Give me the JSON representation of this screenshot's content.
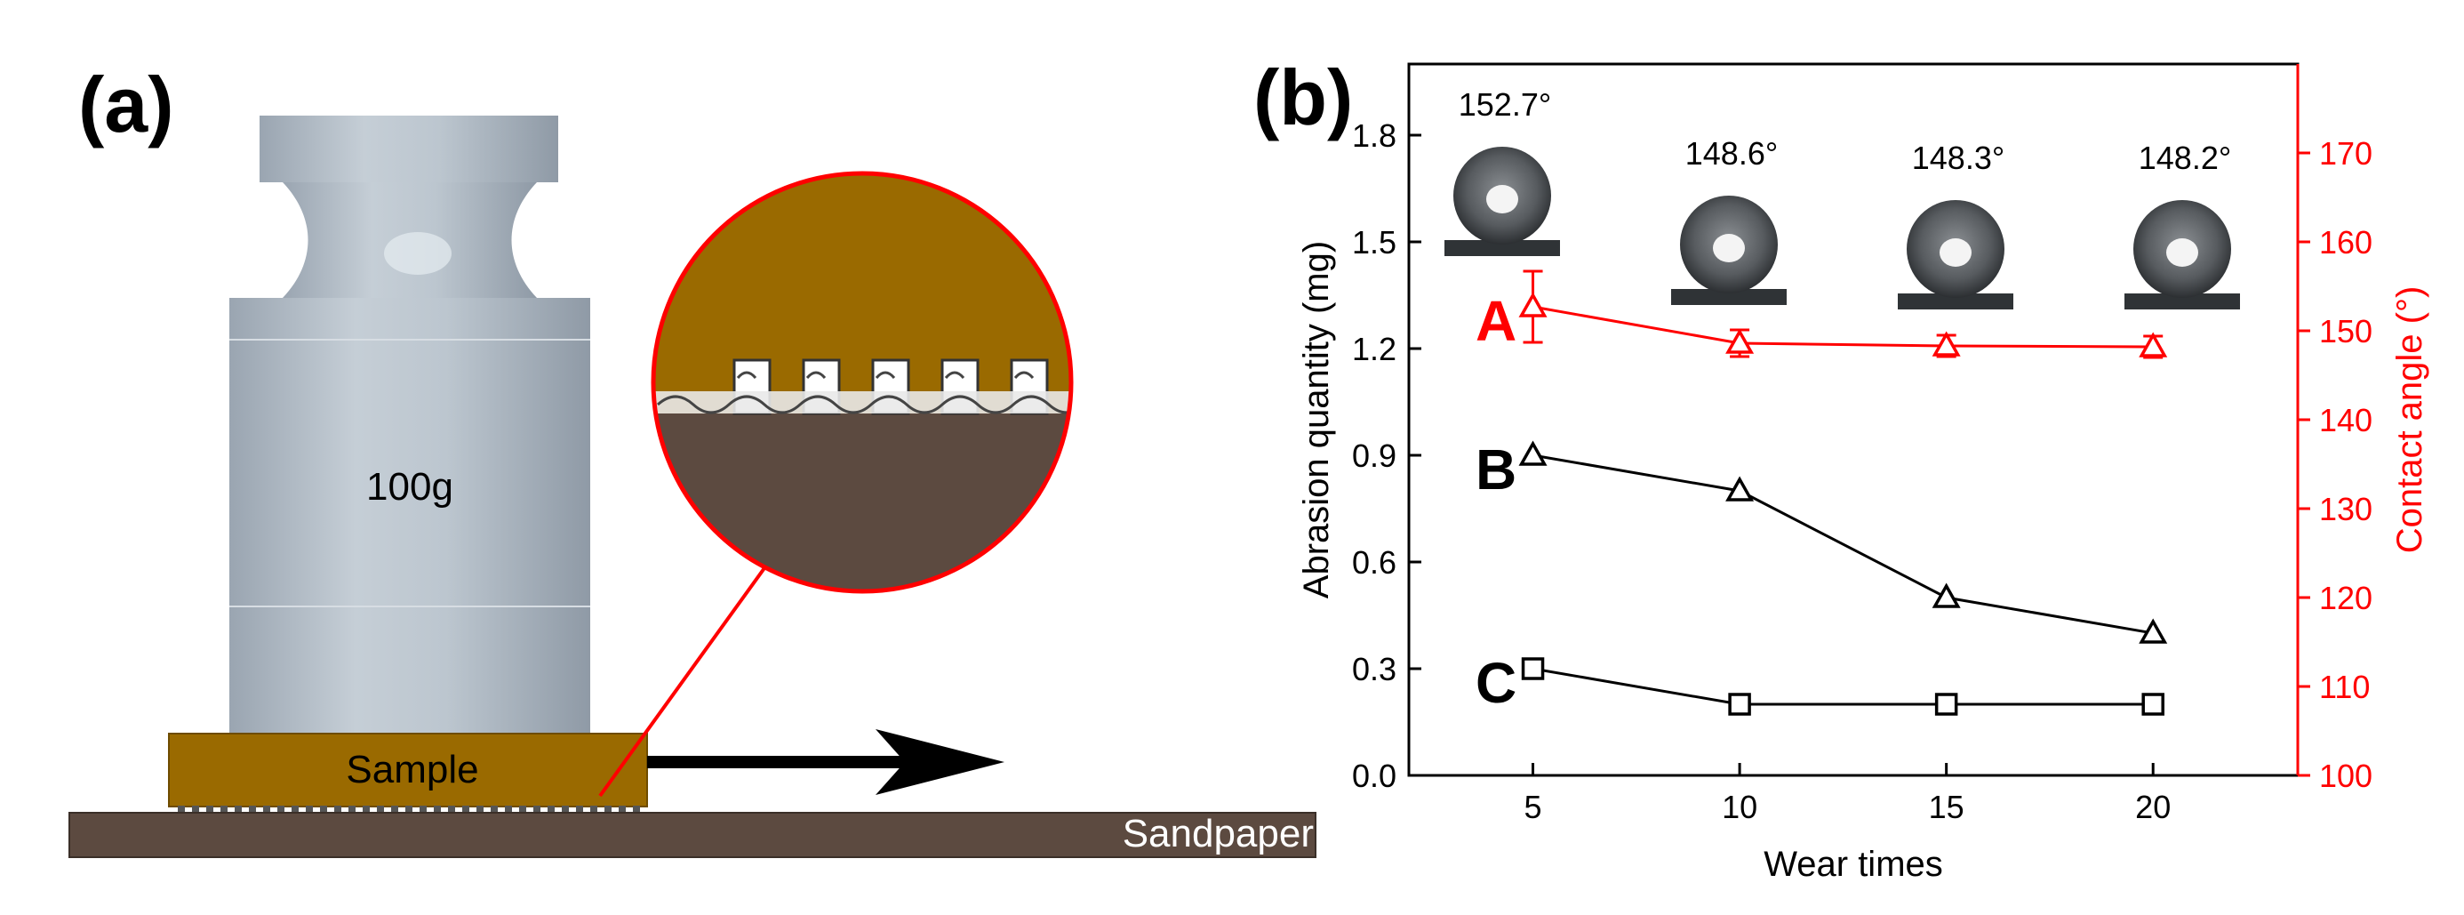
{
  "panel_a": {
    "panel_label": "(a)",
    "weight_label": "100g",
    "sample_label": "Sample",
    "substrate_label": "Sandpaper",
    "colors": {
      "weight": "#b6bfc8",
      "sample": "#9a6a00",
      "substrate": "#5c4a40",
      "arrow": "#000000",
      "zoom_arrow": "#ff0000",
      "zoom_outline": "#ff0000"
    },
    "icons": [
      "weight-icon",
      "sample-block-icon",
      "sandpaper-strip-icon",
      "motion-arrow-icon",
      "zoom-callout-icon"
    ]
  },
  "panel_b": {
    "panel_label": "(b)"
  },
  "chart_data": {
    "type": "line",
    "xlabel": "Wear times",
    "ylabel": "Abrasion quantity (mg)",
    "y2label": "Contact angle (°)",
    "x": [
      5,
      10,
      15,
      20
    ],
    "xticks": [
      "5",
      "10",
      "15",
      "20"
    ],
    "xlim": [
      2,
      23.5
    ],
    "ylim": [
      0,
      2.0
    ],
    "yticks": [
      "0.0",
      "0.3",
      "0.6",
      "0.9",
      "1.2",
      "1.5",
      "1.8"
    ],
    "y2lim": [
      100,
      180
    ],
    "y2ticks": [
      "100",
      "110",
      "120",
      "130",
      "140",
      "150",
      "160",
      "170"
    ],
    "series": [
      {
        "name": "A",
        "axis": "right",
        "marker": "triangle",
        "color": "#ff0000",
        "values": [
          152.7,
          148.6,
          148.3,
          148.2
        ],
        "errors": [
          4.0,
          1.5,
          1.2,
          1.2
        ]
      },
      {
        "name": "B",
        "axis": "left",
        "marker": "triangle",
        "color": "#000000",
        "values": [
          0.9,
          0.8,
          0.5,
          0.4
        ]
      },
      {
        "name": "C",
        "axis": "left",
        "marker": "square",
        "color": "#000000",
        "values": [
          0.3,
          0.2,
          0.2,
          0.2
        ]
      }
    ],
    "annotations": {
      "contact_angles": [
        "152.7°",
        "148.6°",
        "148.3°",
        "148.2°"
      ],
      "droplet_icon": "water-droplet-icon"
    },
    "grid": false,
    "legend": "none"
  }
}
